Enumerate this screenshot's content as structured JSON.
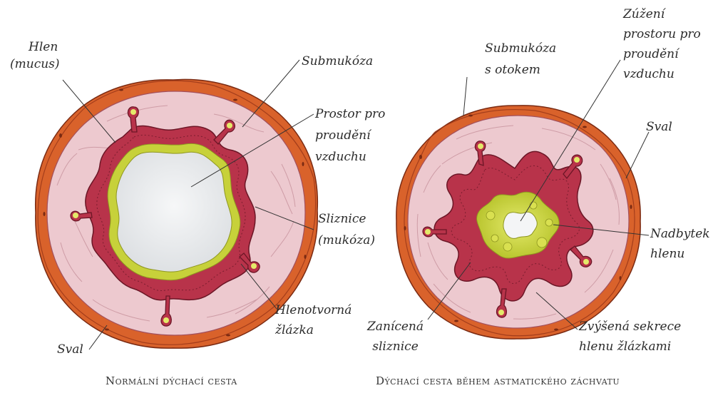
{
  "left_diagram": {
    "caption": "Normální dýchací cesta",
    "labels": {
      "mucus": [
        "Hlen",
        "(mucus)"
      ],
      "submucosa": [
        "Submukóza"
      ],
      "airway": [
        "Prostor pro",
        "proudění",
        "vzduchu"
      ],
      "mucosa": [
        "Sliznice",
        "(mukóza)"
      ],
      "gland": [
        "Hlenotvorná",
        "žlázka"
      ],
      "muscle": [
        "Sval"
      ]
    }
  },
  "right_diagram": {
    "caption": "Dýchací cesta během astmatického záchvatu",
    "labels": {
      "submucosa_edema": [
        "Submukóza",
        "s otokem"
      ],
      "narrowed_airway": [
        "Zúžení",
        "prostoru pro",
        "proudění",
        "vzduchu"
      ],
      "muscle": [
        "Sval"
      ],
      "excess_mucus": [
        "Nadbytek",
        "hlenu"
      ],
      "inflamed_mucosa": [
        "Zanícená",
        "sliznice"
      ],
      "increased_secretion": [
        "Zvýšená sekrece",
        "hlenu žlázkami"
      ]
    }
  },
  "colors": {
    "muscle": "#d9622b",
    "muscle_dark": "#9e3a1a",
    "submucosa": "#edc9cf",
    "submucosa_lines": "#c9959f",
    "mucosa": "#b8334a",
    "mucosa_dark": "#7a1d2e",
    "mucus": "#c7d13a",
    "air": "#ecedee"
  }
}
